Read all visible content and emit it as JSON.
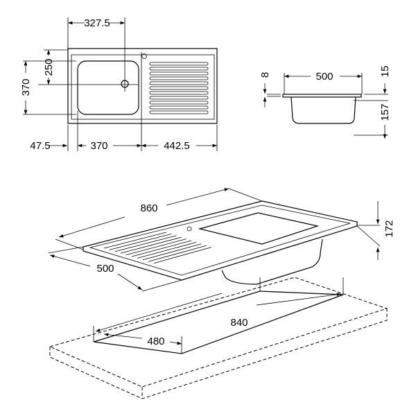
{
  "top_view": {
    "dims": {
      "drain_offset_x": "327.5",
      "drain_offset_y": "250",
      "bowl_depth": "370",
      "left_margin": "47.5",
      "bowl_width": "370",
      "drainer_width": "442.5"
    }
  },
  "side_view": {
    "dims": {
      "rim_thickness": "8",
      "width": "500",
      "top_offset": "15",
      "bowl_height": "157"
    }
  },
  "iso_view": {
    "dims": {
      "length": "860",
      "depth": "500",
      "height": "172",
      "cutout_length": "840",
      "cutout_depth": "480"
    }
  }
}
